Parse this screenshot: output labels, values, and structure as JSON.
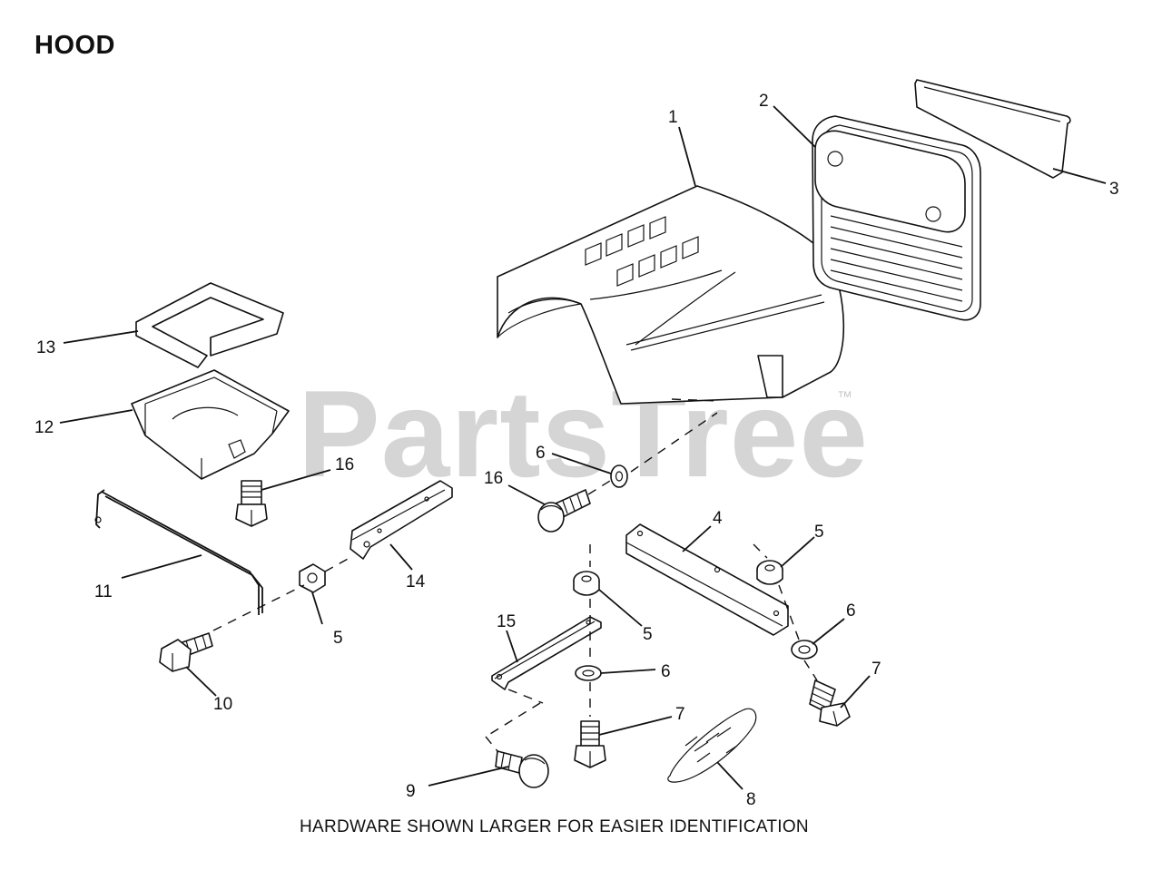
{
  "title": "HOOD",
  "footer_note": "HARDWARE SHOWN LARGER FOR EASIER IDENTIFICATION",
  "watermark": {
    "text": "PartsTree",
    "mark": "™"
  },
  "callouts": [
    {
      "num": "1"
    },
    {
      "num": "2"
    },
    {
      "num": "3"
    },
    {
      "num": "4"
    },
    {
      "num": "5"
    },
    {
      "num": "5"
    },
    {
      "num": "5"
    },
    {
      "num": "6"
    },
    {
      "num": "6"
    },
    {
      "num": "6"
    },
    {
      "num": "7"
    },
    {
      "num": "7"
    },
    {
      "num": "8"
    },
    {
      "num": "9"
    },
    {
      "num": "10"
    },
    {
      "num": "11"
    },
    {
      "num": "12"
    },
    {
      "num": "13"
    },
    {
      "num": "14"
    },
    {
      "num": "15"
    },
    {
      "num": "16"
    },
    {
      "num": "16"
    }
  ]
}
